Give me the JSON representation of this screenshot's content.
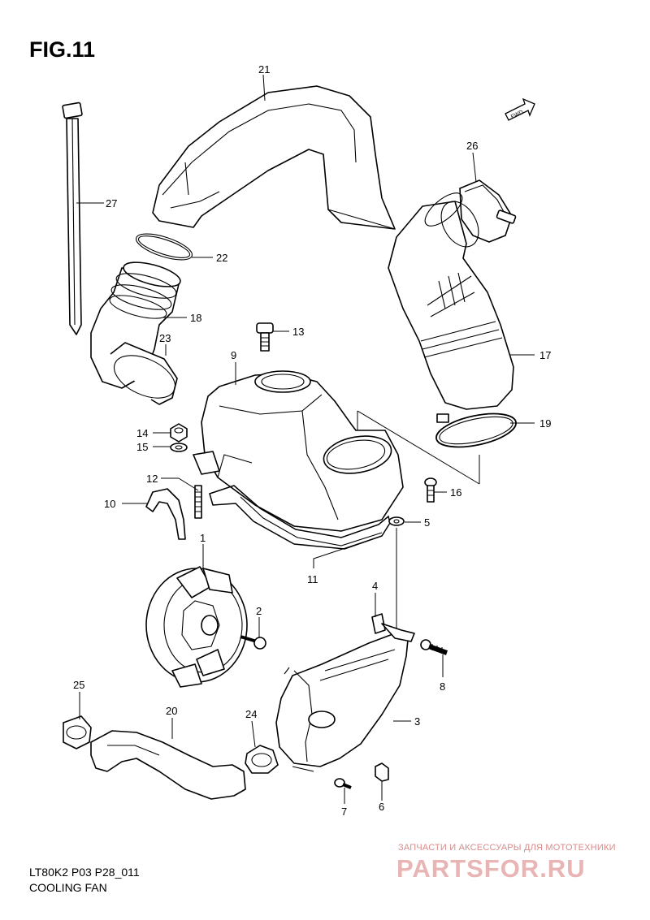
{
  "figure": {
    "title": "FIG.11"
  },
  "footer": {
    "line1": "LT80K2 P03 P28_011",
    "line2": "COOLING FAN"
  },
  "watermark": {
    "tagline": "ЗАПЧАСТИ И АКСЕССУАРЫ ДЛЯ МОТОТЕХНИКИ",
    "logo": "PARTSFOR.RU"
  },
  "direction_badge": "FWD",
  "callouts": {
    "p1": "1",
    "p2": "2",
    "p3": "3",
    "p4": "4",
    "p5": "5",
    "p6": "6",
    "p7": "7",
    "p8": "8",
    "p9": "9",
    "p10": "10",
    "p11": "11",
    "p12": "12",
    "p13": "13",
    "p14": "14",
    "p15": "15",
    "p16": "16",
    "p17": "17",
    "p18": "18",
    "p19": "19",
    "p20": "20",
    "p21": "21",
    "p22": "22",
    "p23": "23",
    "p24": "24",
    "p25": "25",
    "p26": "26",
    "p27": "27"
  }
}
